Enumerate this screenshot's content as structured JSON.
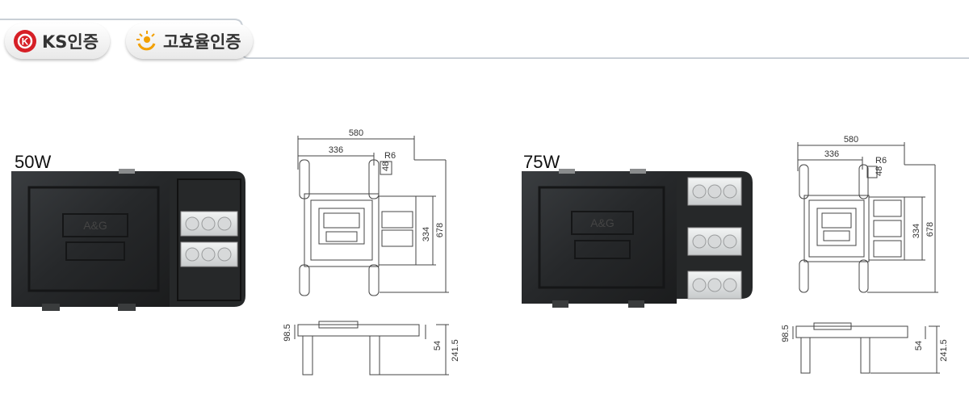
{
  "certifications": [
    {
      "label": "KS인증",
      "icon": "ks-mark-icon",
      "color": "#d61f26"
    },
    {
      "label": "고효율인증",
      "icon": "high-efficiency-sun-icon",
      "color": "#f2a000"
    }
  ],
  "products": [
    {
      "wattage": "50W",
      "logo_text": "A&G",
      "drawing": {
        "width_total": "580",
        "width_body": "336",
        "radius": "R6",
        "tab": "48",
        "height_module": "334",
        "height_total": "678",
        "side_height": "98.5",
        "side_small": "54",
        "side_total": "241.5"
      }
    },
    {
      "wattage": "75W",
      "logo_text": "A&G",
      "drawing": {
        "width_total": "580",
        "width_body": "336",
        "radius": "R6",
        "tab": "48",
        "height_module": "334",
        "height_total": "678",
        "side_height": "98.5",
        "side_small": "54",
        "side_total": "241.5"
      }
    }
  ]
}
